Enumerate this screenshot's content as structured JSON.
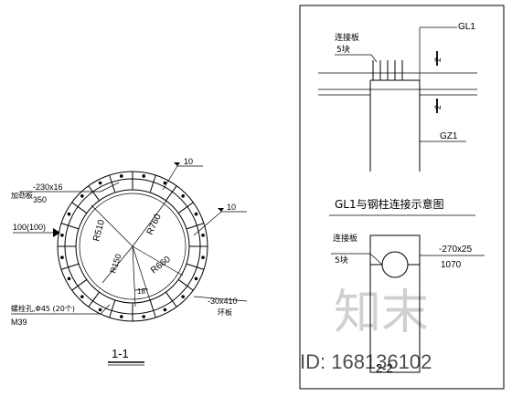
{
  "section_1": {
    "title": "1-1",
    "labels": {
      "plate_name": "加劲板",
      "plate_size": "-230x16",
      "plate_count": "350",
      "dim_100": "100(100)",
      "bolt_spec": "螺栓孔,Φ45 (20个)",
      "bolt_size": "M39",
      "ring_size": "-30x410",
      "ring_name": "环板",
      "angle": "18°",
      "tag_top": "10",
      "tag_right": "10"
    },
    "radii": [
      "R510",
      "R760",
      "R660",
      "R150"
    ]
  },
  "elevation": {
    "plate_label": "连接板",
    "plate_count": "5块",
    "beam": "GL1",
    "column": "GZ1",
    "mark_1": "2",
    "mark_2": "2",
    "caption": "GL1与钢柱连接示意图"
  },
  "section_2": {
    "plate_label": "连接板",
    "plate_count": "5块",
    "size": "-270x25",
    "length": "1070",
    "title": "2-2"
  },
  "watermark": {
    "brand": "知末",
    "id": "ID: 168136102"
  }
}
